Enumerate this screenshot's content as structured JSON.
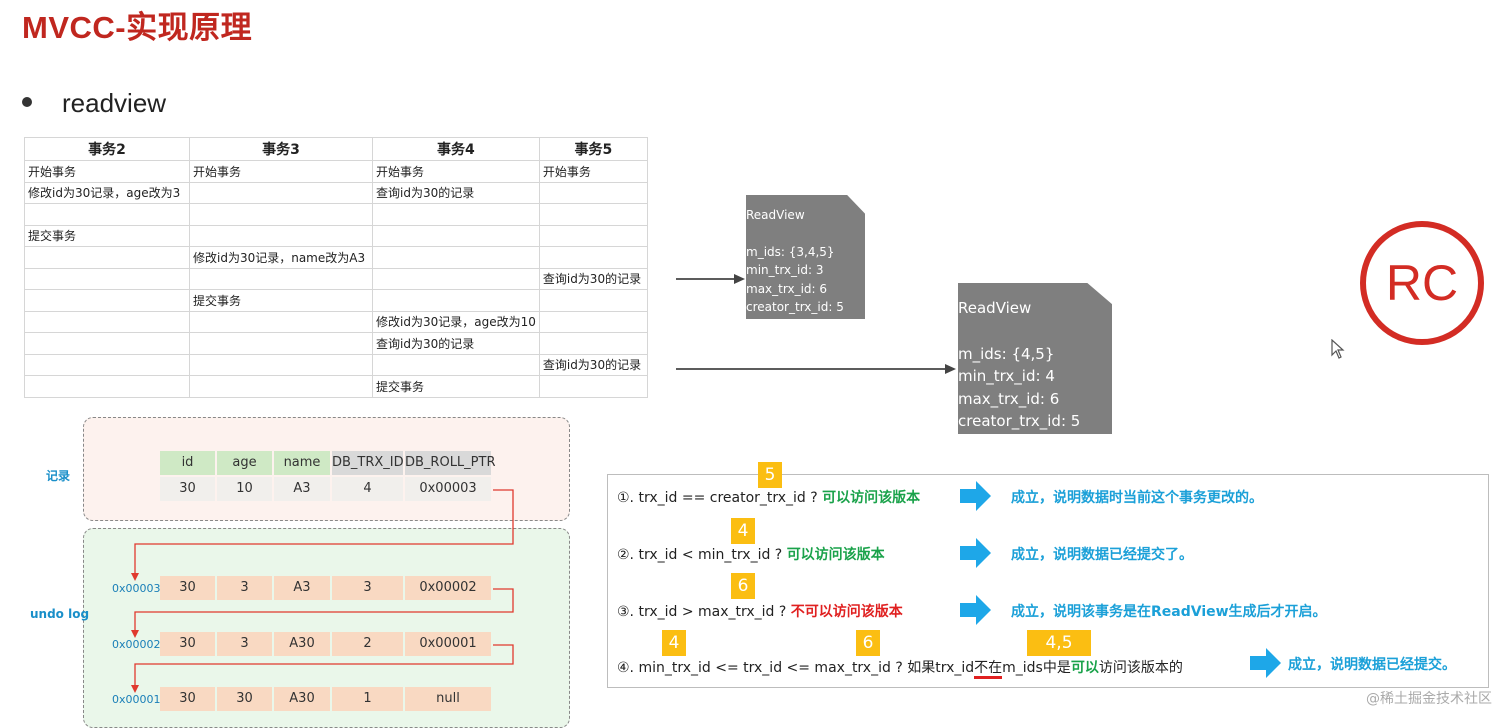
{
  "title": "MVCC-实现原理",
  "bullet": "readview",
  "table": {
    "headers": [
      "事务2",
      "事务3",
      "事务4",
      "事务5"
    ],
    "rows": [
      [
        "开始事务",
        "开始事务",
        "开始事务",
        "开始事务"
      ],
      [
        "修改id为30记录，age改为3",
        "",
        "查询id为30的记录",
        ""
      ],
      [
        "",
        "",
        "",
        ""
      ],
      [
        "提交事务",
        "",
        "",
        ""
      ],
      [
        "",
        "修改id为30记录，name改为A3",
        "",
        ""
      ],
      [
        "",
        "",
        "",
        "查询id为30的记录"
      ],
      [
        "",
        "提交事务",
        "",
        ""
      ],
      [
        "",
        "",
        "修改id为30记录，age改为10",
        ""
      ],
      [
        "",
        "",
        "查询id为30的记录",
        ""
      ],
      [
        "",
        "",
        "",
        "查询id为30的记录"
      ],
      [
        "",
        "",
        "提交事务",
        ""
      ]
    ]
  },
  "readview1": {
    "title": "ReadView",
    "lines": [
      "m_ids: {3,4,5}",
      "min_trx_id: 3",
      "max_trx_id: 6",
      "creator_trx_id: 5"
    ]
  },
  "readview2": {
    "title": "ReadView",
    "lines": [
      "m_ids: {4,5}",
      "min_trx_id: 4",
      "max_trx_id: 6",
      "creator_trx_id: 5"
    ]
  },
  "rc_label": "RC",
  "record_label": "记录",
  "undo_label": "undo log",
  "record": {
    "headers": [
      "id",
      "age",
      "name",
      "DB_TRX_ID",
      "DB_ROLL_PTR"
    ],
    "values": [
      "30",
      "10",
      "A3",
      "4",
      "0x00003"
    ]
  },
  "undo": [
    {
      "addr": "0x00003",
      "values": [
        "30",
        "3",
        "A3",
        "3",
        "0x00002"
      ]
    },
    {
      "addr": "0x00002",
      "values": [
        "30",
        "3",
        "A30",
        "2",
        "0x00001"
      ]
    },
    {
      "addr": "0x00001",
      "values": [
        "30",
        "30",
        "A30",
        "1",
        "null"
      ]
    }
  ],
  "rules": [
    {
      "prefix": "①. trx_id  == creator_trx_id ? ",
      "verdict": "可以访问该版本",
      "verdict_type": "green",
      "result": "成立，说明数据时当前这个事务更改的。",
      "badges": [
        "5"
      ]
    },
    {
      "prefix": "②. trx_id < min_trx_id ? ",
      "verdict": "可以访问该版本",
      "verdict_type": "green",
      "result": "成立，说明数据已经提交了。",
      "badges": [
        "4"
      ]
    },
    {
      "prefix": "③. trx_id > max_trx_id ?  ",
      "verdict": "不可以访问该版本",
      "verdict_type": "red",
      "result": "成立，说明该事务是在ReadView生成后才开启。",
      "badges": [
        "6"
      ]
    },
    {
      "prefix": "④.  min_trx_id <= trx_id <= max_trx_id ?  如果trx_id",
      "mid1": "不在",
      "mid2": "m_ids中是",
      "verdict": "可以",
      "suffix": "访问该版本的",
      "verdict_type": "green",
      "result": "成立，说明数据已经提交。",
      "badges": [
        "4",
        "6",
        "4,5"
      ]
    }
  ],
  "watermark": "@稀土掘金技术社区",
  "colors": {
    "title": "#c0271f",
    "rc": "#d32c24",
    "readview_bg": "#7f7f7f",
    "result_text": "#1ba0d8",
    "badge": "#fbbe12"
  }
}
